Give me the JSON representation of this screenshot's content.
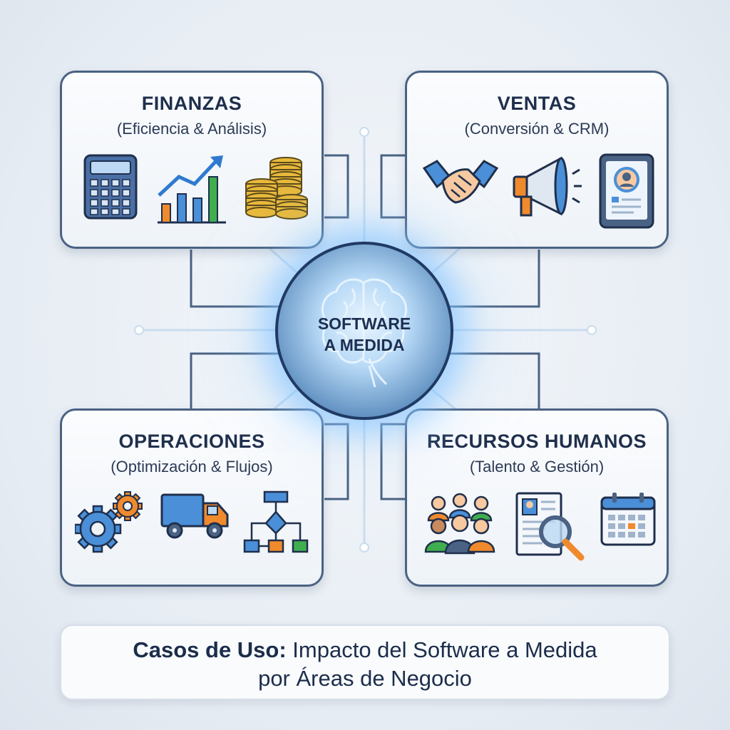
{
  "hub": {
    "line1": "SOFTWARE",
    "line2": "A MEDIDA",
    "icon": "brain-icon"
  },
  "cards": {
    "finanzas": {
      "title": "FINANZAS",
      "subtitle": "(Eficiencia & Análisis)",
      "icons": [
        "calculator-icon",
        "growth-chart-icon",
        "coins-icon"
      ]
    },
    "ventas": {
      "title": "VENTAS",
      "subtitle": "(Conversión & CRM)",
      "icons": [
        "handshake-icon",
        "megaphone-icon",
        "tablet-profile-icon"
      ]
    },
    "operaciones": {
      "title": "OPERACIONES",
      "subtitle": "(Optimización & Flujos)",
      "icons": [
        "gears-icon",
        "truck-icon",
        "flowchart-icon"
      ]
    },
    "rrhh": {
      "title": "RECURSOS HUMANOS",
      "subtitle": "(Talento & Gestión)",
      "icons": [
        "team-icon",
        "resume-search-icon",
        "calendar-icon"
      ]
    }
  },
  "caption": {
    "bold": "Casos de Uso:",
    "rest": " Impacto del Software a Medida",
    "line2": "por Áreas de Negocio"
  },
  "colors": {
    "navy": "#1f2f4c",
    "border": "#4a6283",
    "blue": "#4a8fd8",
    "orange": "#f08a2c",
    "green": "#3fae4f",
    "gold": "#e8b93a"
  }
}
